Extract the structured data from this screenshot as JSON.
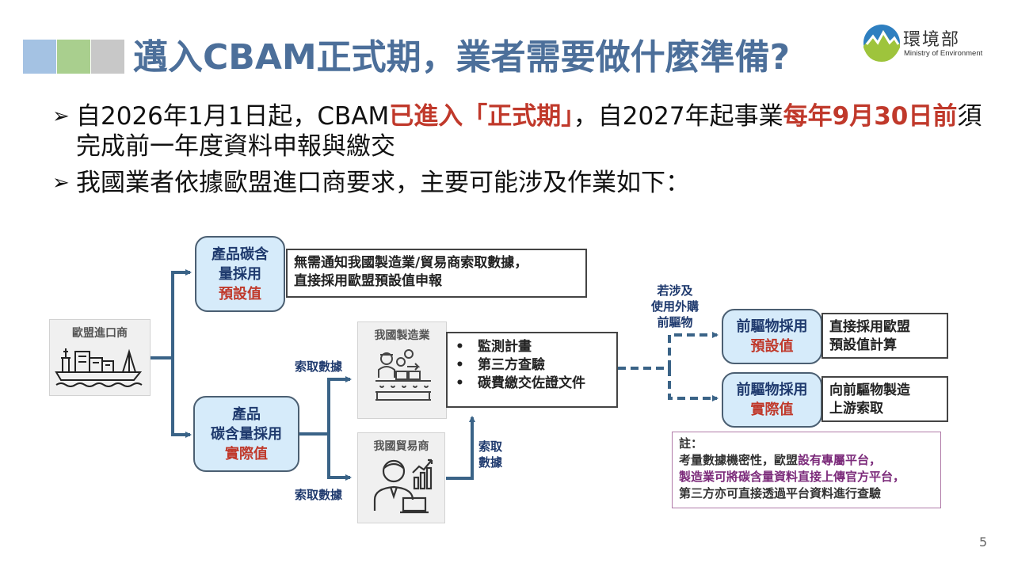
{
  "slide": {
    "title": "邁入CBAM正式期，業者需要做什麼準備?",
    "logo": {
      "name_cn": "環境部",
      "name_en": "Ministry of Environment",
      "icon": "mountain-logo-icon"
    },
    "page_number": "5",
    "colors": {
      "title": "#4c6f9a",
      "highlight_red": "#c0392b",
      "diagram_blue": "#1f3a6e",
      "box_fill": "#d6ebfa",
      "arrow": "#3a6387",
      "note_purple": "#7b2a7a"
    }
  },
  "bullets": [
    {
      "marker": "➢",
      "parts": [
        {
          "text": "自2026年1月1日起，CBAM",
          "style": "normal"
        },
        {
          "text": "已進入「正式期」",
          "style": "red"
        },
        {
          "text": "，自2027年起事業",
          "style": "normal"
        },
        {
          "text": "每年9月30日前",
          "style": "red"
        },
        {
          "text": "須完成前一年度資料申報與繳交",
          "style": "normal"
        }
      ]
    },
    {
      "marker": "➢",
      "parts": [
        {
          "text": "我國業者依據歐盟進口商要求，主要可能涉及作業如下：",
          "style": "normal"
        }
      ]
    }
  ],
  "diagram": {
    "importer": {
      "label": "歐盟進口商",
      "icon": "cargo-ship-icon"
    },
    "default_value_box": {
      "line1": "產品碳含",
      "line2": "量採用",
      "line3": "預設值"
    },
    "default_value_desc": {
      "line1": "無需通知我國製造業/貿易商索取數據，",
      "line2": "直接採用歐盟預設值申報"
    },
    "actual_value_box": {
      "line1": "產品",
      "line2": "碳含量採用",
      "line3": "實際值"
    },
    "request_data_label": "索取數據",
    "request_data_label_2": "索取數據",
    "request_data_label_3": {
      "line1": "索取",
      "line2": "數據"
    },
    "manufacturer": {
      "label": "我國製造業",
      "icon": "factory-worker-conveyor-icon"
    },
    "manufacturer_tasks": [
      "監測計畫",
      "第三方查驗",
      "碳費繳交佐證文件"
    ],
    "trader": {
      "label": "我國貿易商",
      "icon": "businessman-chart-icon"
    },
    "precursor_condition": {
      "line1": "若涉及",
      "line2": "使用外購",
      "line3": "前驅物"
    },
    "precursor_default": {
      "line1": "前驅物採用",
      "line2": "預設值",
      "desc1": "直接採用歐盟",
      "desc2": "預設值計算"
    },
    "precursor_actual": {
      "line1": "前驅物採用",
      "line2": "實際值",
      "desc1": "向前驅物製造",
      "desc2": "上游索取"
    },
    "note": {
      "heading": "註：",
      "line1_a": "考量數據機密性，歐盟",
      "line1_b": "設有專屬平台，",
      "line2": "製造業可將碳含量資料直接上傳官方平台，",
      "line3": "第三方亦可直接透過平台資料進行查驗"
    }
  }
}
